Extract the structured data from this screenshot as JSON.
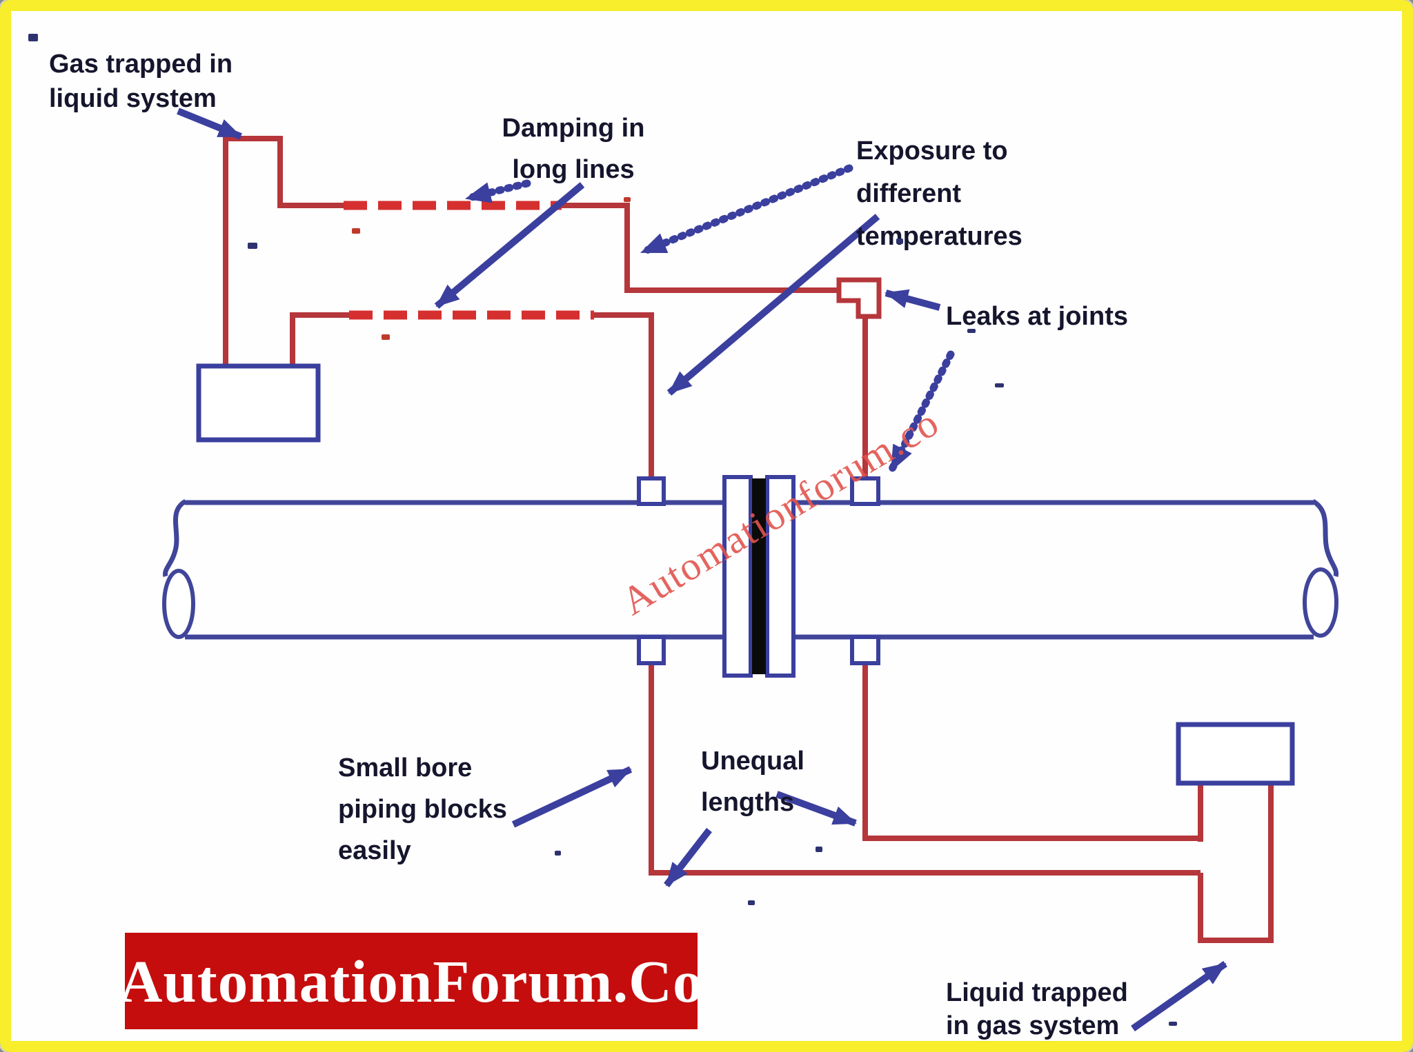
{
  "diagram": {
    "title_hint": "Impulse piping problems around an orifice plate flow measurement",
    "labels": {
      "gas_trapped": "Gas trapped in\nliquid system",
      "damping": "Damping in\nlong lines",
      "exposure": "Exposure to\ndifferent\ntemperatures",
      "leaks": "Leaks at joints",
      "small_bore": "Small bore\npiping blocks\neasily",
      "unequal": "Unequal\nlengths",
      "liquid_trapped": "Liquid trapped\nin gas system"
    },
    "watermark": "Automationforum.co",
    "banner": "AutomationForum.Co",
    "colors": {
      "frame-yellow": "#f8ee2b",
      "paper-white": "#fefefe",
      "ink-blue": "#3b3f9e",
      "pipe-blue": "#40459a",
      "impulse-red": "#b5363b",
      "impulse-dash-red": "#d62f2f",
      "banner-red": "#c50d0d",
      "watermark-red": "#e2544e",
      "label-ink": "#15152d"
    }
  }
}
